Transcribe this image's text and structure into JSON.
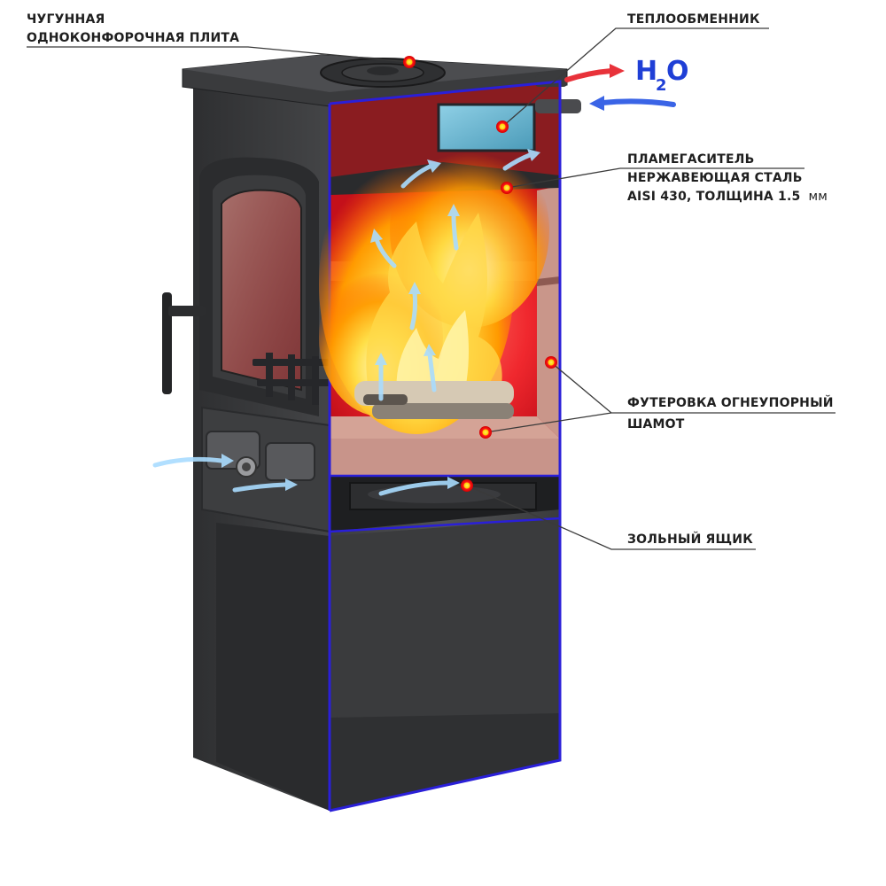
{
  "labels": {
    "cooktop_line1": "ЧУГУННАЯ",
    "cooktop_line2": "ОДНОКОНФОРОЧНАЯ ПЛИТА",
    "heat_exchanger": "ТЕПЛООБМЕННИК",
    "baffle_line1": "ПЛАМЕГАСИТЕЛЬ",
    "baffle_line2": "НЕРЖАВЕЮЩАЯ СТАЛЬ",
    "baffle_line3": "AISI 430, ТОЛЩИНА 1.5",
    "baffle_unit": "мм",
    "lining_line1": "ФУТЕРОВКА ОГНЕУПОРНЫЙ",
    "lining_line2": "ШАМОТ",
    "ash_box": "ЗОЛЬНЫЙ ЯЩИК"
  },
  "water": {
    "h": "H",
    "sub": "2",
    "o": "O"
  },
  "colors": {
    "body": "#4a4b4d",
    "body_dark": "#2f3032",
    "cut_edge": "#2a1fd8",
    "firebox": "#e8232a",
    "firebox_glow": "#ff4b4b",
    "chamotte": "#c9968a",
    "flame_core": "#fff07a",
    "flame_outer": "#ff8a00",
    "hot_arrow": "#e8323a",
    "cold_arrow": "#2f5fe0",
    "air_arrow": "#9fd4ff",
    "marker": "#ff1a1a",
    "marker_core": "#ffd200",
    "leader": "#3a3a3a"
  },
  "icons": [
    "hot-water-out-arrow",
    "cold-water-in-arrow",
    "air-inlet-arrow",
    "hotspot-marker"
  ]
}
